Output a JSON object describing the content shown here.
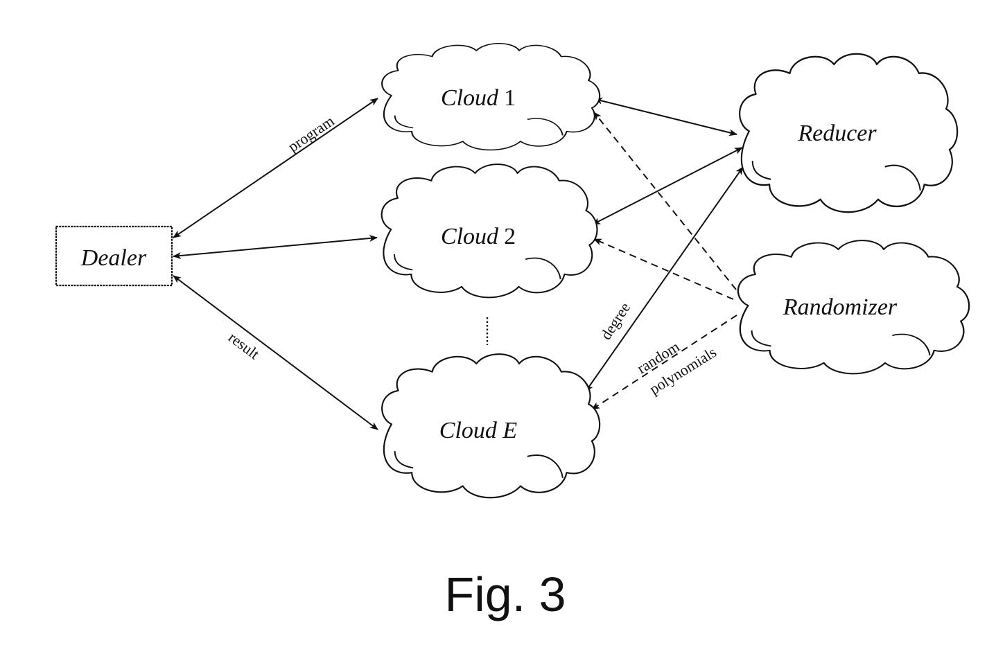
{
  "figure": {
    "caption": "Fig. 3"
  },
  "nodes": {
    "dealer": {
      "label": "Dealer",
      "shape": "rectangle"
    },
    "cloud1": {
      "label_main": "Cloud",
      "label_suffix": "1",
      "shape": "cloud"
    },
    "cloud2": {
      "label_main": "Cloud",
      "label_suffix": "2",
      "shape": "cloud"
    },
    "cloudE": {
      "label": "Cloud E",
      "shape": "cloud"
    },
    "reducer": {
      "label": "Reducer",
      "shape": "cloud"
    },
    "randomizer": {
      "label": "Randomizer",
      "shape": "cloud"
    },
    "ellipsis": {
      "label": "⋮",
      "meaning": "additional clouds between Cloud 2 and Cloud E"
    }
  },
  "edges": [
    {
      "from": "dealer",
      "to": "cloud1",
      "style": "solid",
      "direction": "both",
      "label": "program"
    },
    {
      "from": "dealer",
      "to": "cloud2",
      "style": "solid",
      "direction": "both",
      "label": ""
    },
    {
      "from": "dealer",
      "to": "cloudE",
      "style": "solid",
      "direction": "both",
      "label": "result"
    },
    {
      "from": "cloud1",
      "to": "reducer",
      "style": "solid",
      "direction": "both",
      "label": ""
    },
    {
      "from": "cloud2",
      "to": "reducer",
      "style": "solid",
      "direction": "both",
      "label": ""
    },
    {
      "from": "cloudE",
      "to": "reducer",
      "style": "solid",
      "direction": "both",
      "label": "degree"
    },
    {
      "from": "randomizer",
      "to": "cloud1",
      "style": "dashed",
      "direction": "forward",
      "label": ""
    },
    {
      "from": "randomizer",
      "to": "cloud2",
      "style": "dashed",
      "direction": "forward",
      "label": ""
    },
    {
      "from": "randomizer",
      "to": "cloudE",
      "style": "dashed",
      "direction": "forward",
      "label_line1": "random",
      "label_line2": "polynomials"
    }
  ],
  "colors": {
    "ink": "#111111",
    "background": "#ffffff"
  }
}
